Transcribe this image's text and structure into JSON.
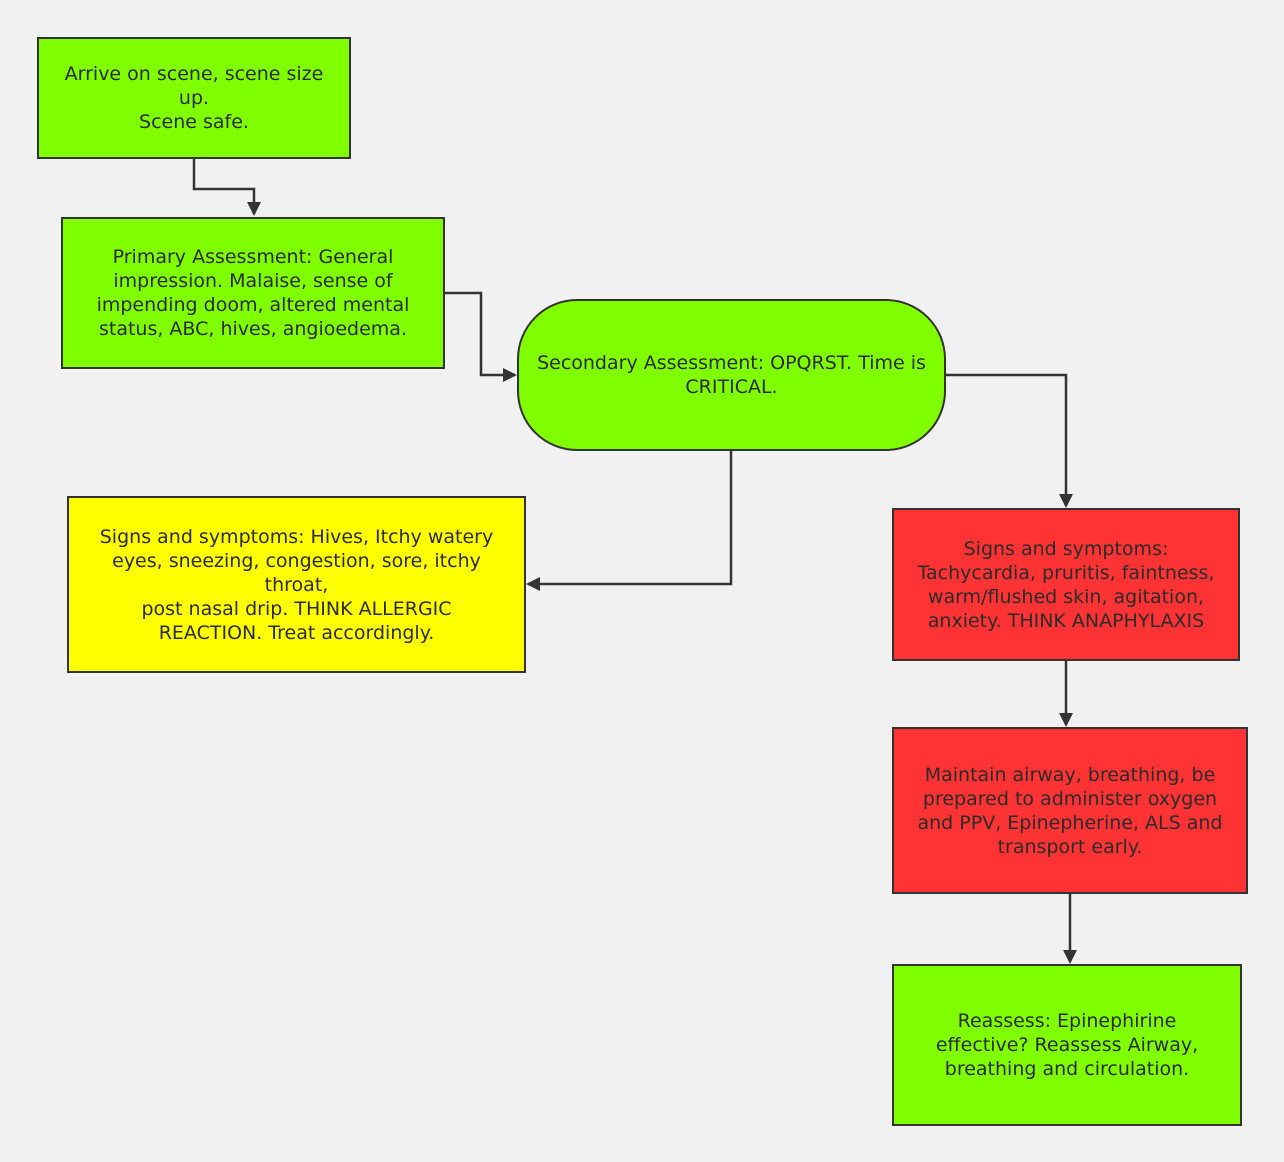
{
  "colors": {
    "background": "#f1f1f1",
    "green": "#80ff00",
    "yellow": "#ffff00",
    "red": "#ff3333",
    "stroke": "#333333"
  },
  "nodes": {
    "arrive": {
      "text": "Arrive on scene, scene size\nup.\nScene safe.",
      "color": "#80ff00"
    },
    "primary": {
      "text": "Primary Assessment: General\nimpression.  Malaise, sense of\nimpending doom, altered mental\nstatus, ABC, hives, angioedema.",
      "color": "#80ff00"
    },
    "secondary": {
      "text": "Secondary Assessment: OPQRST.  Time is\nCRITICAL.",
      "color": "#80ff00"
    },
    "allergic": {
      "text": "Signs and symptoms: Hives, Itchy watery\neyes, sneezing, congestion, sore, itchy throat,\npost nasal drip.  THINK ALLERGIC\nREACTION.  Treat accordingly.",
      "color": "#ffff00"
    },
    "anaphylaxis": {
      "text": "Signs and symptoms:\nTachycardia, pruritis, faintness,\nwarm/flushed skin, agitation,\nanxiety.  THINK ANAPHYLAXIS",
      "color": "#ff3333"
    },
    "maintain": {
      "text": "Maintain airway, breathing, be\nprepared to administer oxygen\nand PPV, Epinepherine, ALS and\ntransport early.",
      "color": "#ff3333"
    },
    "reassess": {
      "text": "Reassess:  Epinephirine\neffective?  Reassess Airway,\nbreathing and circulation.",
      "color": "#80ff00"
    }
  },
  "edges": [
    {
      "from": "arrive",
      "to": "primary"
    },
    {
      "from": "primary",
      "to": "secondary"
    },
    {
      "from": "secondary",
      "to": "allergic"
    },
    {
      "from": "secondary",
      "to": "anaphylaxis"
    },
    {
      "from": "anaphylaxis",
      "to": "maintain"
    },
    {
      "from": "maintain",
      "to": "reassess"
    }
  ]
}
